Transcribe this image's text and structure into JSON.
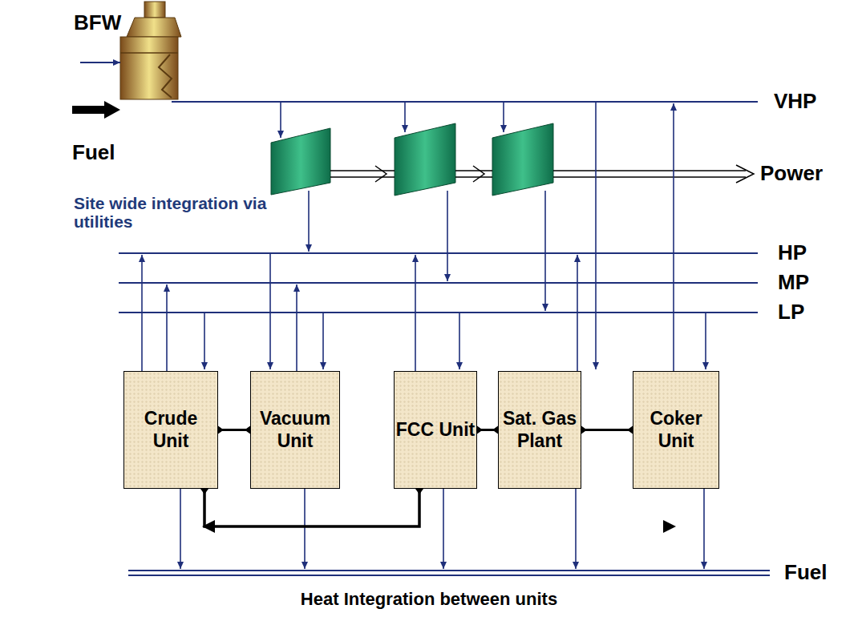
{
  "diagram": {
    "nodes": [
      {
        "text": [
          "Crude Unit"
        ]
      },
      {
        "text": [
          "Vacuum Unit"
        ]
      },
      {
        "text": [
          "FCC Unit"
        ]
      },
      {
        "text": [
          "Sat. Gas Plant"
        ]
      },
      {
        "text": [
          "Coker Unit"
        ]
      }
    ],
    "edges": [
      {
        "from": 0,
        "to": 1,
        "arrow": "both"
      },
      {
        "from": 0,
        "to": 2,
        "arrow": "both"
      },
      {
        "from": 2,
        "to": 3,
        "arrow": "both"
      },
      {
        "from": 3,
        "to": 4,
        "arrow": "both"
      }
    ],
    "labels": [
      "BFW",
      "Fuel",
      "Site wide integration via utilities",
      "VHP",
      "Power",
      "HP",
      "MP",
      "LP",
      "Fuel",
      "Heat Integration between units"
    ]
  }
}
